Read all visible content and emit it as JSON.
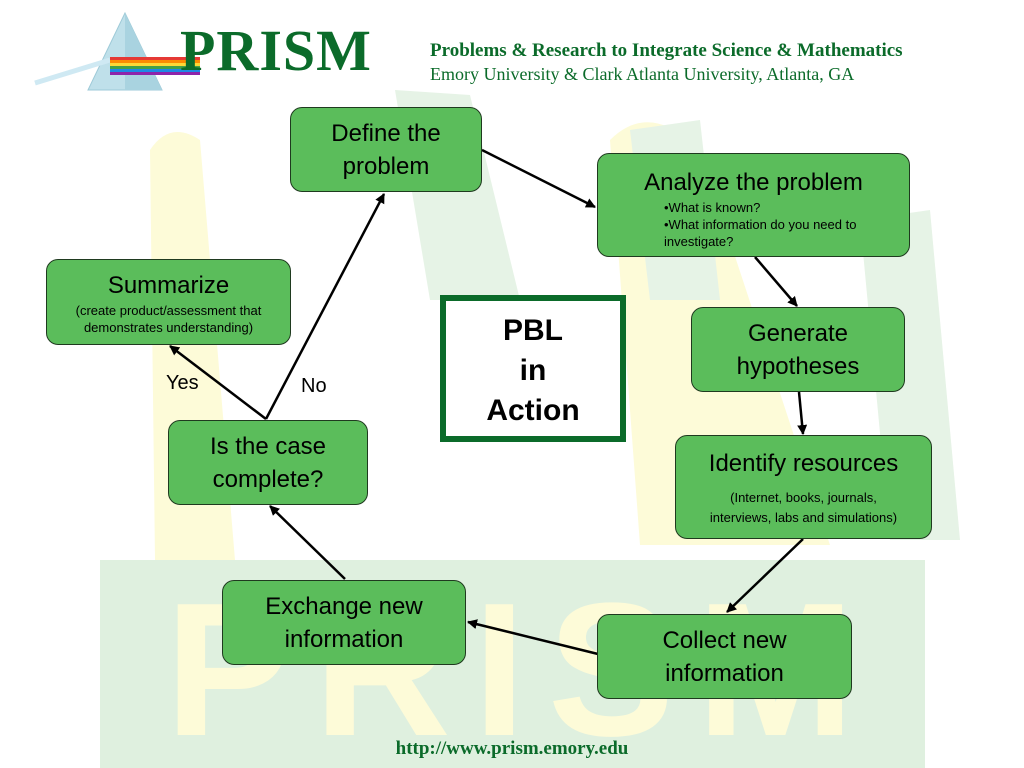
{
  "header": {
    "logo_text": "PRISM",
    "title": "Problems & Research to Integrate Science & Mathematics",
    "subtitle": "Emory University & Clark Atlanta University, Atlanta, GA"
  },
  "center": {
    "line1": "PBL",
    "line2": "in",
    "line3": "Action"
  },
  "nodes": {
    "define": {
      "title1": "Define the",
      "title2": "problem"
    },
    "analyze": {
      "title": "Analyze the problem",
      "bullet1": "•What is known?",
      "bullet2": "•What information do you need to",
      "bullet3": "investigate?"
    },
    "generate": {
      "title1": "Generate",
      "title2": "hypotheses"
    },
    "identify": {
      "title": "Identify resources",
      "sub1": "(Internet, books, journals,",
      "sub2": "interviews, labs and simulations)"
    },
    "collect": {
      "title1": "Collect new",
      "title2": "information"
    },
    "exchange": {
      "title1": "Exchange new",
      "title2": "information"
    },
    "complete": {
      "title1": "Is the case",
      "title2": "complete?"
    },
    "summarize": {
      "title": "Summarize",
      "sub1": "(create product/assessment that",
      "sub2": "demonstrates understanding)"
    }
  },
  "labels": {
    "yes": "Yes",
    "no": "No"
  },
  "footer": {
    "url": "http://www.prism.emory.edu"
  },
  "colors": {
    "node_fill": "#5bbd5b",
    "brand_green": "#0b6b2a",
    "watermark_green": "#dff0df",
    "watermark_yellow": "#fdfbd8"
  }
}
